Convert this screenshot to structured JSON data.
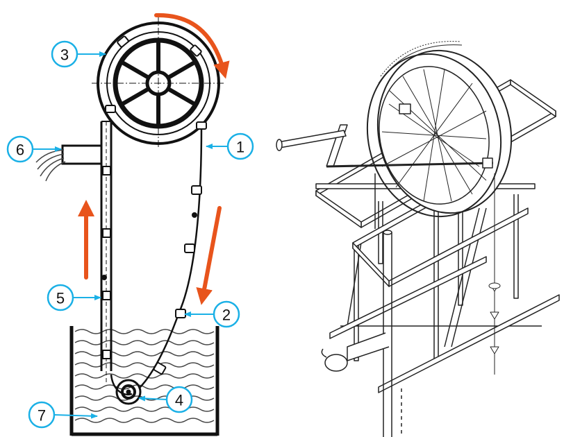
{
  "callouts": [
    {
      "number": "1",
      "part": "chain-with-pistons"
    },
    {
      "number": "2",
      "part": "piston-disc"
    },
    {
      "number": "3",
      "part": "drive-wheel"
    },
    {
      "number": "4",
      "part": "bottom-guide-roller"
    },
    {
      "number": "5",
      "part": "rising-pipe"
    },
    {
      "number": "6",
      "part": "outlet-spout"
    },
    {
      "number": "7",
      "part": "water-source"
    }
  ],
  "colors": {
    "arrow": "#e8541c",
    "callout_ring": "#1ab0e6",
    "line": "#222222",
    "water": "#444444"
  },
  "icons": [
    "rotation-arrow-icon",
    "flow-up-arrow-icon",
    "flow-down-arrow-icon",
    "hand-crank-icon"
  ]
}
